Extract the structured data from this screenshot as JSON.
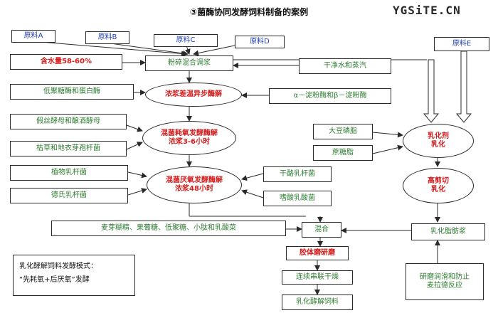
{
  "title": "③菌酶协同发酵饲料制备的案例",
  "watermark": "YGSiTE.CN",
  "colors": {
    "green_text": "#2f7d32",
    "blue_text": "#1f3fb5",
    "red_text": "#d61c1c",
    "line": "#2a2a2a"
  },
  "raw_materials": {
    "a": "原料A",
    "b": "原料B",
    "c": "原料C",
    "d": "原料D",
    "e": "原料E"
  },
  "moisture": "含水量58-60%",
  "crush_mix": "粉碎混合调浆",
  "clean_water_steam": "干净水和蒸汽",
  "enzymes_1": "低聚糖酶和蛋白酶",
  "step_async_label": "浓浆差温异步酶解",
  "amylase": "α－淀粉酶和β－淀粉酶",
  "yeasts": "假丝酵母和酿酒酵母",
  "bacillus": "枯草和地衣芽孢杆菌",
  "aerobic": {
    "line1": "混菌耗氧发酵酶解",
    "line2": "浓浆3-6小时"
  },
  "plant_lacto": "植物乳杆菌",
  "dried_lacto": "干酪乳杆菌",
  "anaerobic": {
    "line1": "混菌厌氧发酵酶解",
    "line2": "浓浆48小时"
  },
  "delbrueck": "德氏乳杆菌",
  "acidophilus": "嗜酸乳酸菌",
  "soy_lecithin": "大豆磷脂",
  "sucrose_ester": "蔗糖脂",
  "emulsifier": {
    "line1": "乳化剂",
    "line2": "乳化"
  },
  "high_shear": {
    "line1": "高剪切",
    "line2": "乳化"
  },
  "additives": "麦芽糊精、果葡糖、低聚糖、小肽和乳酸菜",
  "mix": "混合",
  "emulsion_fat": "乳化脂肪浆",
  "colloid_mill": "胶体磨研磨",
  "grind_prevent": {
    "line1": "研磨润滑和防止",
    "line2": "麦拉德反应"
  },
  "continuous_dry": "连续串联干燥",
  "final_product": "乳化酵解饲料",
  "note": {
    "line1": "乳化酵解饲料发酵模式：",
    "line2": "“先耗氧+后厌氧”发酵"
  }
}
